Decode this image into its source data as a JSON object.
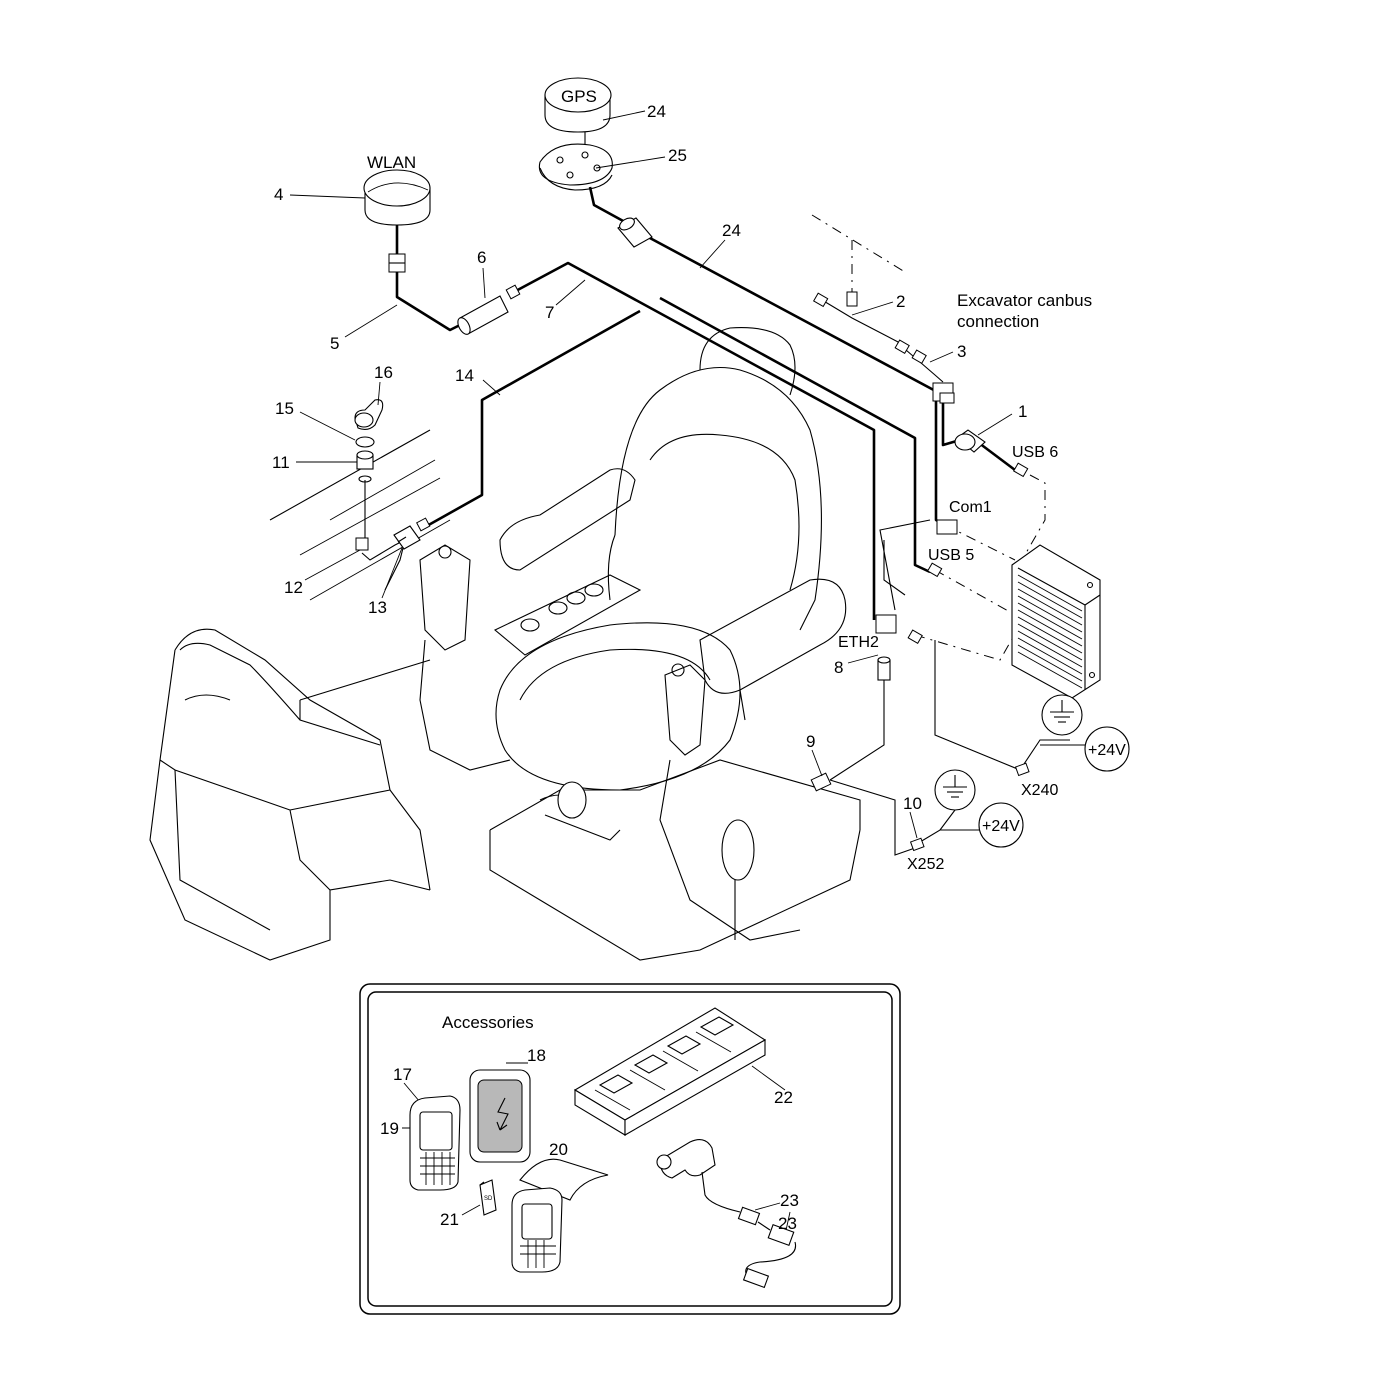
{
  "labels": {
    "wlan": "WLAN",
    "gps": "GPS",
    "canbus_line1": "Excavator canbus",
    "canbus_line2": "connection",
    "usb6": "USB 6",
    "com1": "Com1",
    "usb5": "USB 5",
    "eth2": "ETH2",
    "x240": "X240",
    "x252": "X252",
    "plus24v_a": "+24V",
    "plus24v_b": "+24V",
    "accessories": "Accessories",
    "sd": "SD"
  },
  "callouts": {
    "n1": "1",
    "n2": "2",
    "n3": "3",
    "n4": "4",
    "n5": "5",
    "n6": "6",
    "n7": "7",
    "n8": "8",
    "n9": "9",
    "n10": "10",
    "n11": "11",
    "n12": "12",
    "n13": "13",
    "n14": "14",
    "n15": "15",
    "n16": "16",
    "n17": "17",
    "n18": "18",
    "n19": "19",
    "n20": "20",
    "n21": "21",
    "n22": "22",
    "n23a": "23",
    "n23b": "23",
    "n24a": "24",
    "n24b": "24",
    "n25": "25"
  },
  "colors": {
    "line": "#000000",
    "background": "#ffffff",
    "shade": "#b8b8b8"
  }
}
